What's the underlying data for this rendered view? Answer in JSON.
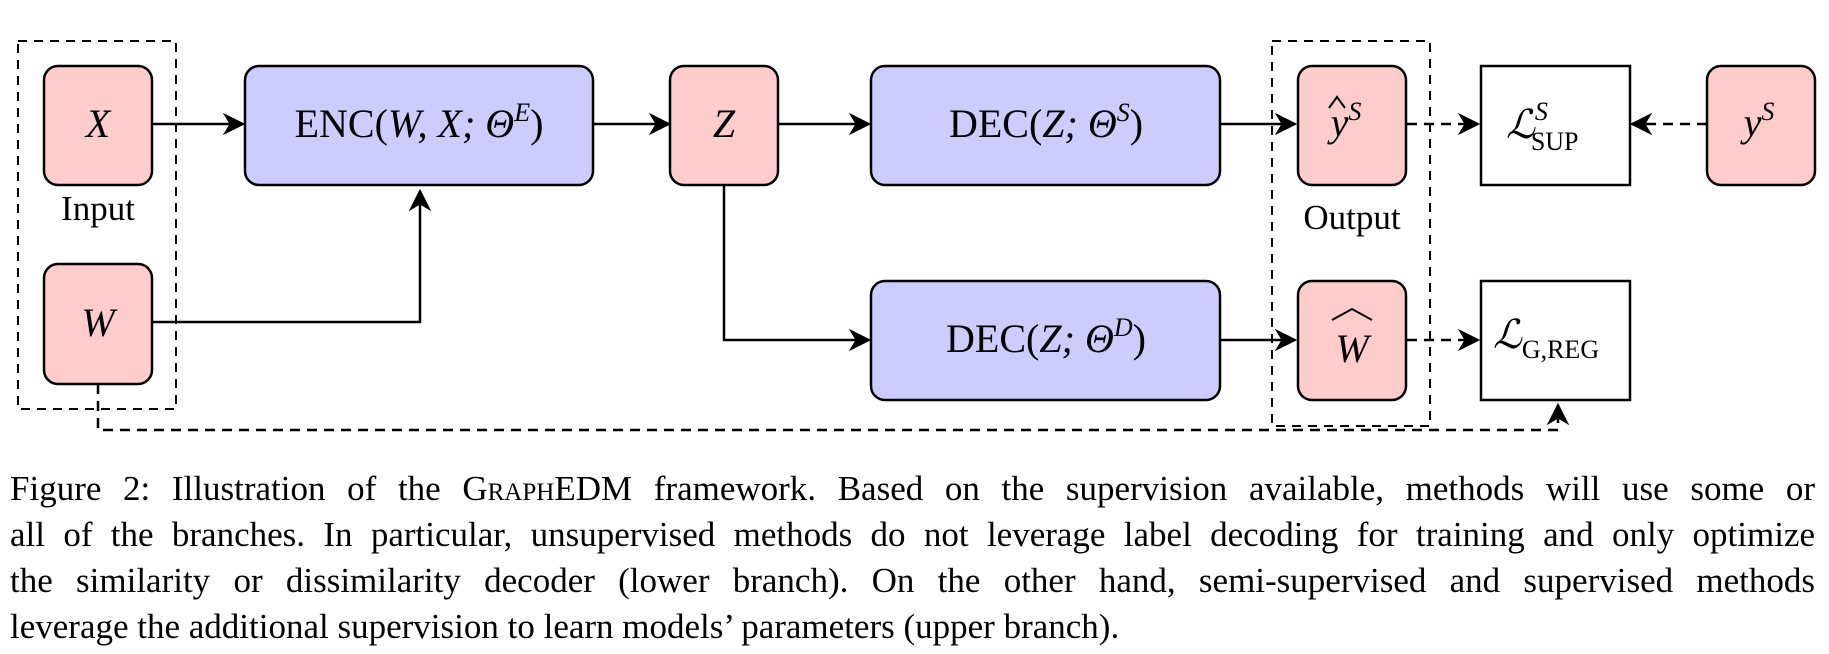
{
  "diagram": {
    "labels": {
      "input_group": "Input",
      "output_group": "Output"
    },
    "nodes": {
      "x": "X",
      "w": "W",
      "z": "Z",
      "encoder": {
        "prefix": "ENC(",
        "args": "W, X; Θ",
        "sup": "E",
        "suffix": ")"
      },
      "decoder_supervised": {
        "prefix": "DEC(",
        "args": "Z; Θ",
        "sup": "S",
        "suffix": ")"
      },
      "decoder_graph": {
        "prefix": "DEC(",
        "args": "Z; Θ",
        "sup": "D",
        "suffix": ")"
      },
      "y_hat": {
        "base": "y",
        "sup": "S"
      },
      "w_hat": "W",
      "y_true": {
        "base": "y",
        "sup": "S"
      },
      "loss_sup": {
        "base": "ℒ",
        "sup": "S",
        "sub": "SUP"
      },
      "loss_reg": {
        "base": "ℒ",
        "sub": "G,REG"
      }
    },
    "colors": {
      "data_node_fill": "#ffcccc",
      "model_node_fill": "#ccccff",
      "loss_node_fill": "#ffffff",
      "stroke": "#000000"
    }
  },
  "caption": {
    "line1_a": "Figure 2: Illustration of the ",
    "line1_sc": "GraphEDM",
    "line1_b": " framework. Based on the supervision available, methods will use some or",
    "line2": "all of the branches. In particular, unsupervised methods do not leverage label decoding for training and only optimize",
    "line3": "the similarity or dissimilarity decoder (lower branch). On the other hand, semi-supervised and supervised methods",
    "line4": "leverage the additional supervision to learn models’ parameters (upper branch)."
  }
}
